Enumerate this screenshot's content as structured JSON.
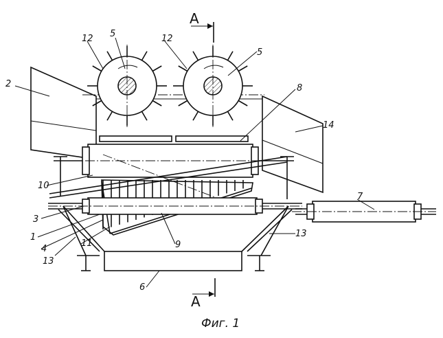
{
  "caption": "Фиг. 1",
  "section_label": "А",
  "callouts": [
    "1",
    "2",
    "3",
    "4",
    "5",
    "5",
    "6",
    "7",
    "8",
    "9",
    "10",
    "11",
    "12",
    "12",
    "13",
    "13",
    "14"
  ]
}
